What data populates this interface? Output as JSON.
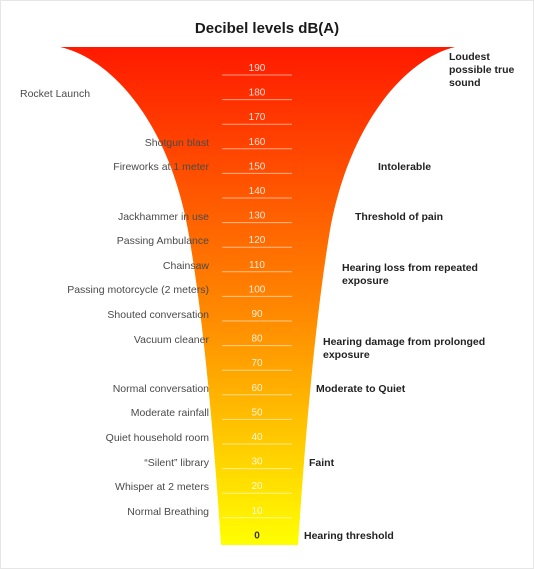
{
  "title": "Decibel levels dB(A)",
  "gradient": {
    "top": "#ff1a00",
    "middle": "#ff8c00",
    "bottom": "#ffff00"
  },
  "scale": [
    "190",
    "180",
    "170",
    "160",
    "150",
    "140",
    "130",
    "120",
    "110",
    "100",
    "90",
    "80",
    "70",
    "60",
    "50",
    "40",
    "30",
    "20",
    "10",
    "0"
  ],
  "left_labels": [
    {
      "db": 180,
      "text": "Rocket Launch"
    },
    {
      "db": 160,
      "text": "Shotgun blast"
    },
    {
      "db": 150,
      "text": "Fireworks at 1 meter"
    },
    {
      "db": 130,
      "text": "Jackhammer in use"
    },
    {
      "db": 120,
      "text": "Passing Ambulance"
    },
    {
      "db": 110,
      "text": "Chainsaw"
    },
    {
      "db": 100,
      "text": "Passing motorcycle (2 meters)"
    },
    {
      "db": 90,
      "text": "Shouted conversation"
    },
    {
      "db": 80,
      "text": "Vacuum cleaner"
    },
    {
      "db": 60,
      "text": "Normal conversation"
    },
    {
      "db": 50,
      "text": "Moderate rainfall"
    },
    {
      "db": 40,
      "text": "Quiet household room"
    },
    {
      "db": 30,
      "text": "“Silent” library"
    },
    {
      "db": 20,
      "text": "Whisper at 2 meters"
    },
    {
      "db": 10,
      "text": "Normal Breathing"
    }
  ],
  "right_labels": [
    {
      "db": 180,
      "text": "Loudest possible true sound"
    },
    {
      "db": 150,
      "text": "Intolerable"
    },
    {
      "db": 130,
      "text": "Threshold of pain"
    },
    {
      "db": 105,
      "text": "Hearing loss from repeated exposure"
    },
    {
      "db": 75,
      "text": "Hearing damage from prolonged exposure"
    },
    {
      "db": 60,
      "text": "Moderate to Quiet"
    },
    {
      "db": 30,
      "text": "Faint"
    },
    {
      "db": 0,
      "text": "Hearing threshold"
    }
  ]
}
